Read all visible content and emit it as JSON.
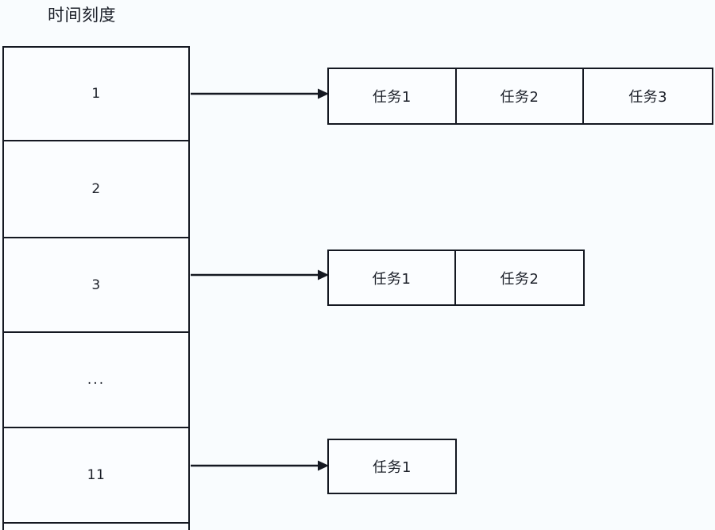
{
  "diagram": {
    "title": "时间刻度",
    "colors": {
      "background": "#f9fcfe",
      "stroke": "#141821",
      "fill": "#fbfdff",
      "text": "#1b1f28"
    },
    "timeline": {
      "name": "time-slot-column",
      "slots": [
        {
          "label": "1",
          "has_tasks": true
        },
        {
          "label": "2",
          "has_tasks": false
        },
        {
          "label": "3",
          "has_tasks": true
        },
        {
          "label": "...",
          "has_tasks": false
        },
        {
          "label": "11",
          "has_tasks": true
        },
        {
          "label": "",
          "has_tasks": false
        }
      ]
    },
    "task_chains": [
      {
        "slot": "1",
        "tasks": [
          "任务1",
          "任务2",
          "任务3"
        ]
      },
      {
        "slot": "3",
        "tasks": [
          "任务1",
          "任务2"
        ]
      },
      {
        "slot": "11",
        "tasks": [
          "任务1"
        ]
      }
    ],
    "arrows": [
      {
        "from_slot": "1",
        "to_chain": 0
      },
      {
        "from_slot": "3",
        "to_chain": 1
      },
      {
        "from_slot": "11",
        "to_chain": 2
      }
    ]
  }
}
